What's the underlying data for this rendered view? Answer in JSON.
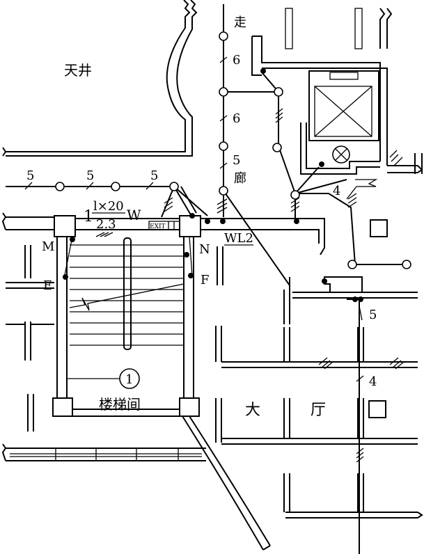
{
  "labels": {
    "courtyard": "天井",
    "corridor_1": "走",
    "corridor_2": "廊",
    "hall_1": "大",
    "hall_2": "厅",
    "stairwell": "楼梯间",
    "exit_sign": "EXIT",
    "circuit": "WL2",
    "switch_m": "M",
    "switch_e": "E",
    "switch_n": "N",
    "switch_f": "F",
    "callout": "1"
  },
  "fixture_note": {
    "prefix": "1",
    "numerator": "l×20",
    "denominator": "2.3",
    "suffix": "W"
  },
  "wire_counts": {
    "corridor_top": "6",
    "corridor_mid": "6",
    "corridor_low": "5",
    "left_1": "5",
    "left_2": "5",
    "left_3": "5",
    "right_lamp": "4",
    "right_low": "5",
    "hall_riser": "4"
  }
}
